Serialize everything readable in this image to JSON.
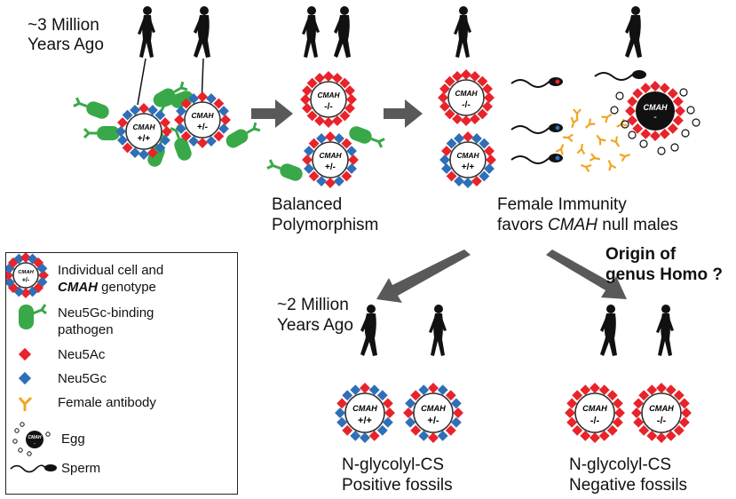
{
  "timeline": {
    "top": [
      "~3 Million",
      "Years Ago"
    ],
    "mid": [
      "~2 Million",
      "Years Ago"
    ]
  },
  "cells": [
    {
      "id": "c1",
      "genotype": "+/+"
    },
    {
      "id": "c2",
      "genotype": "+/-"
    },
    {
      "id": "c3",
      "genotype": "-/-"
    },
    {
      "id": "c4",
      "genotype": "+/-"
    },
    {
      "id": "c5",
      "genotype": "-/-"
    },
    {
      "id": "c6",
      "genotype": "+/+"
    },
    {
      "id": "c7",
      "genotype": "+/+"
    },
    {
      "id": "c8",
      "genotype": "+/-"
    },
    {
      "id": "c9",
      "genotype": "-/-"
    },
    {
      "id": "c10",
      "genotype": "-/-"
    }
  ],
  "cell_label": "CMAH",
  "egg": {
    "label": "CMAH",
    "sign": "-"
  },
  "labels": {
    "balanced": [
      "Balanced",
      "Polymorphism"
    ],
    "female_immunity_1": "Female Immunity",
    "female_immunity_2_pre": "favors ",
    "female_immunity_2_em": "CMAH",
    "female_immunity_2_post": " null males",
    "origin": [
      "Origin of",
      "genus Homo ?"
    ],
    "positive": [
      "N-glycolyl-CS",
      "Positive fossils"
    ],
    "negative": [
      "N-glycolyl-CS",
      "Negative fossils"
    ]
  },
  "legend": {
    "cell_text_1": "Individual cell and",
    "cell_text_2_em": "CMAH",
    "cell_text_2_post": " genotype",
    "cell_genotype": "+/-",
    "pathogen": [
      "Neu5Gc-binding",
      "pathogen"
    ],
    "neu5ac": "Neu5Ac",
    "neu5gc": "Neu5Gc",
    "antibody": "Female antibody",
    "egg": "Egg",
    "sperm": "Sperm"
  },
  "colors": {
    "neu5ac": "#e8232a",
    "neu5gc": "#2f6fb7",
    "pathogen": "#39a848",
    "antibody": "#f0a620",
    "arrow": "#595959",
    "silhouette": "#111111"
  }
}
